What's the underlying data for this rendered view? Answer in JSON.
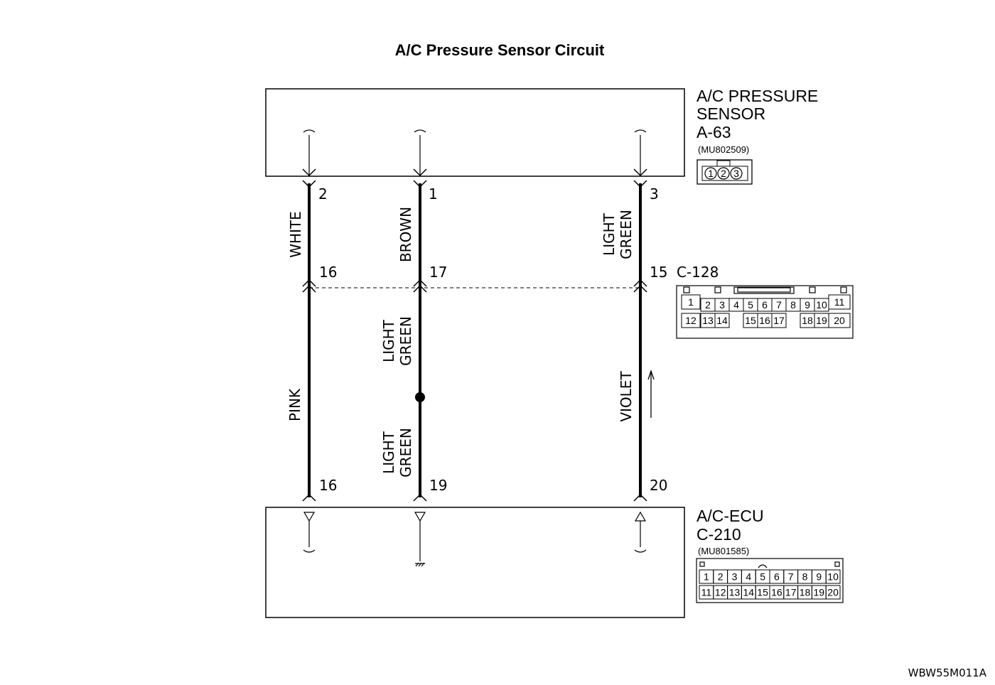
{
  "title": "A/C Pressure Sensor Circuit",
  "sensor": {
    "name_line1": "A/C PRESSURE",
    "name_line2": "SENSOR",
    "connector": "A-63",
    "part_number": "(MU802509)",
    "pins": [
      "1",
      "2",
      "3"
    ]
  },
  "ecu": {
    "name": "A/C-ECU",
    "connector": "C-210",
    "part_number": "(MU801585)",
    "pins_row1": [
      "1",
      "2",
      "3",
      "4",
      "5",
      "6",
      "7",
      "8",
      "9",
      "10"
    ],
    "pins_row2": [
      "11",
      "12",
      "13",
      "14",
      "15",
      "16",
      "17",
      "18",
      "19",
      "20"
    ]
  },
  "intermediate_connector": {
    "name": "C-128",
    "pins_row1": [
      "1",
      "2",
      "3",
      "4",
      "5",
      "6",
      "7",
      "8",
      "9",
      "10",
      "11"
    ],
    "pins_row2": [
      "12",
      "13",
      "14",
      "15",
      "16",
      "17",
      "18",
      "19",
      "20"
    ]
  },
  "wires": [
    {
      "sensor_pin": "2",
      "upper_color": "WHITE",
      "mid_pin": "16",
      "lower_color": "PINK",
      "ecu_pin": "16"
    },
    {
      "sensor_pin": "1",
      "upper_color": "BROWN",
      "mid_pin": "17",
      "lower_color_1": [
        "LIGHT",
        "GREEN"
      ],
      "lower_color_2": [
        "LIGHT",
        "GREEN"
      ],
      "ecu_pin": "19"
    },
    {
      "sensor_pin": "3",
      "upper_color": [
        "LIGHT",
        "GREEN"
      ],
      "mid_pin": "15",
      "lower_color": "VIOLET",
      "ecu_pin": "20"
    }
  ],
  "figure_code": "WBW55M011A"
}
